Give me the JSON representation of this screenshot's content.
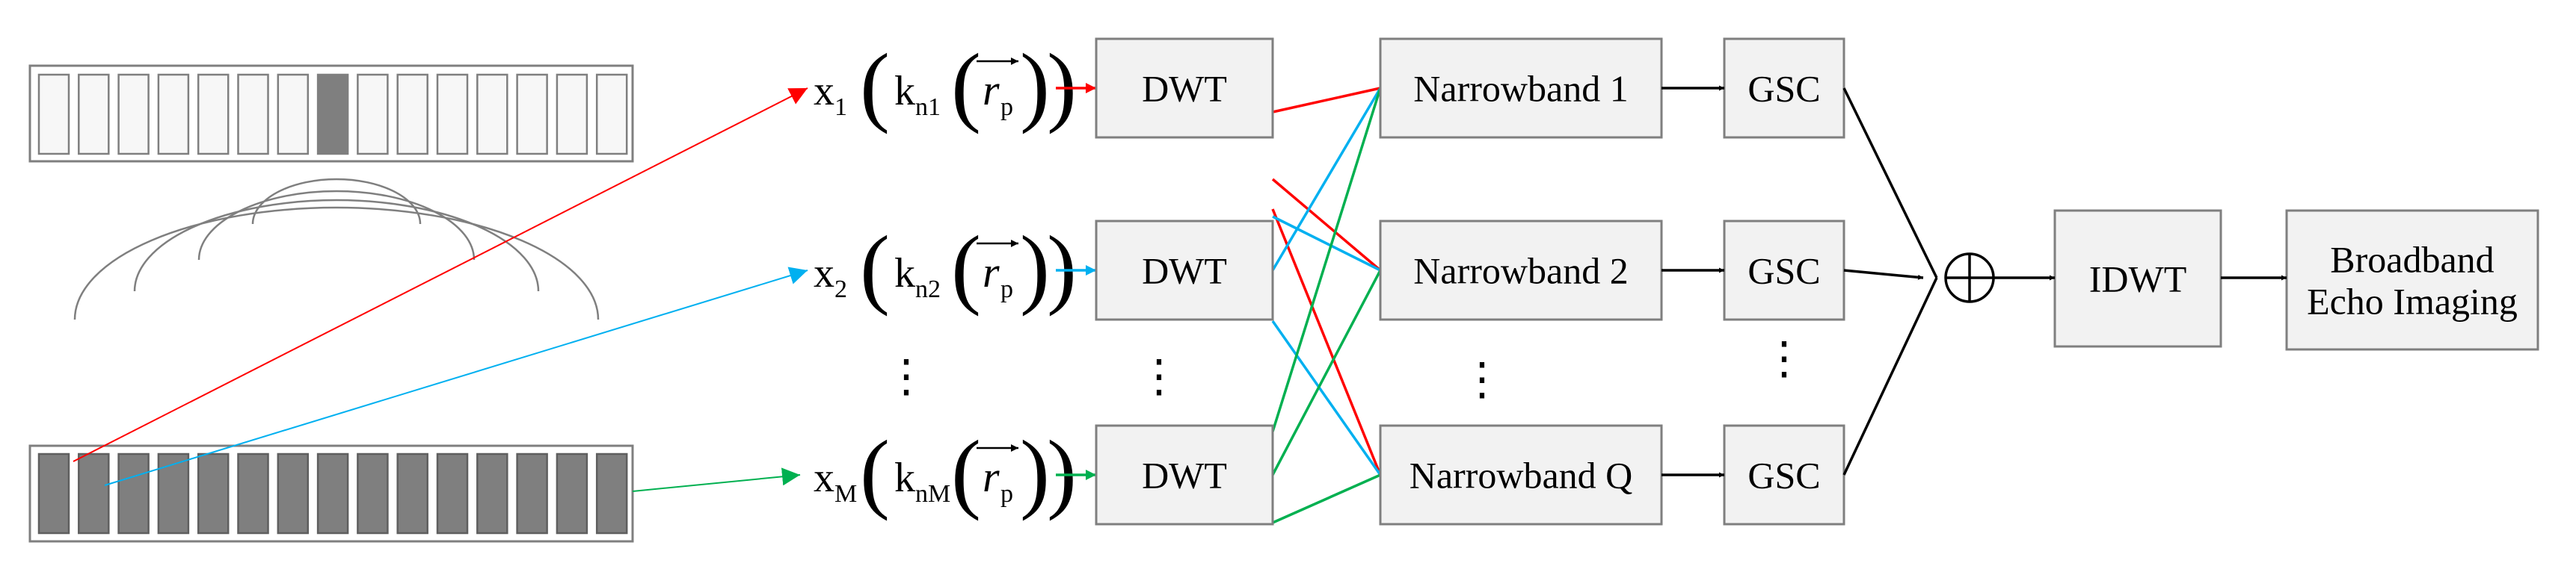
{
  "diagram": {
    "signals": [
      {
        "x_sub": "1",
        "k_sub": "n1",
        "r_sub": "p"
      },
      {
        "x_sub": "2",
        "k_sub": "n2",
        "r_sub": "p"
      },
      {
        "x_sub": "M",
        "k_sub": "nM",
        "r_sub": "p"
      }
    ],
    "signal_prefix": "x",
    "k_prefix": "k",
    "r_symbol": "r",
    "dwt_label": "DWT",
    "narrowband_labels": [
      "Narrowband  1",
      "Narrowband  2",
      "Narrowband  Q"
    ],
    "gsc_label": "GSC",
    "sum_symbol": "⊕",
    "idwt_label": "IDWT",
    "output_lines": [
      "Broadband",
      "Echo Imaging"
    ],
    "ellipsis": "⋮",
    "colors": {
      "path1": "#ff0000",
      "path2": "#00b0f0",
      "path3": "#00b050",
      "line": "#000000",
      "box_fill": "#f2f2f2",
      "box_stroke": "#7f7f7f",
      "element_dark": "#7f7f7f",
      "element_light": "#f7f7f7"
    }
  }
}
